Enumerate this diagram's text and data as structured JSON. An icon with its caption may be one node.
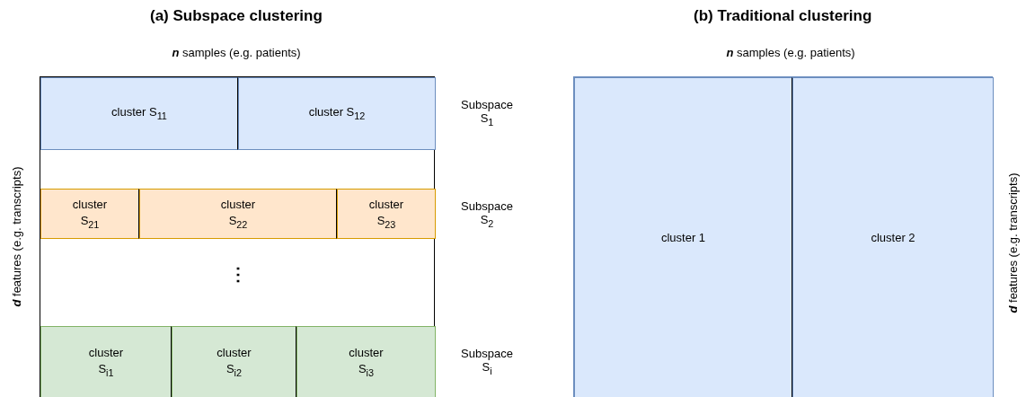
{
  "diagram": {
    "nodes": [
      {
        "text": [],
        "shape": "box"
      },
      {
        "text": [
          "cluster S$_{11}$"
        ],
        "in": 0
      },
      {
        "text": [
          "cluster S$_{12}$"
        ],
        "in": 0
      },
      {
        "text": [
          "cluster S$_{21}$"
        ],
        "in": 0
      },
      {
        "text": [
          "cluster S$_{22}$"
        ],
        "in": 0
      },
      {
        "text": [
          "cluster S$_{23}$"
        ],
        "in": 0
      },
      {
        "text": [
          "cluster S$_{i1}$"
        ],
        "in": 0
      },
      {
        "text": [
          "cluster S$_{i2}$"
        ],
        "in": 0
      },
      {
        "text": [
          "cluster S$_{i3}$"
        ],
        "in": 0
      },
      {
        "text": [],
        "shape": "box"
      },
      {
        "text": [
          "cluster 1"
        ],
        "in": 9
      },
      {
        "text": [
          "cluster 2"
        ],
        "in": 9
      }
    ],
    "edges": [],
    "labels": [
      "(a) Subspace clustering",
      "(b) Traditional clustering",
      "**n** samples (e.g. patients)",
      "**n** samples (e.g. patients)",
      "Subspace S$_{1}$",
      "Subspace S$_{2}$",
      "⋮",
      "Subspace S$_{i}$",
      "**d** features (e.g. transcripts)",
      "**d** features (e.g. transcripts)"
    ]
  }
}
